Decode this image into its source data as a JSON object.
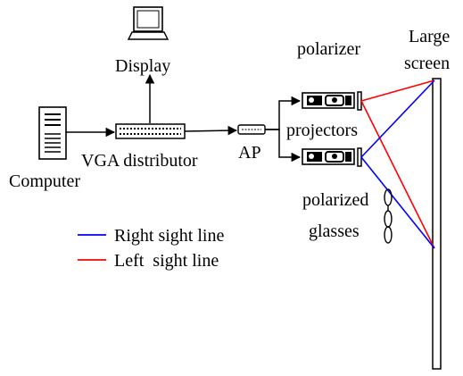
{
  "labels": {
    "display": "Display",
    "computer": "Computer",
    "vga_distributor": "VGA distributor",
    "ap": "AP",
    "polarizer": "polarizer",
    "projectors": "projectors",
    "large": "Large",
    "screen": "screen",
    "polarized": "polarized",
    "glasses": "glasses"
  },
  "legend": {
    "right_sight_line": "Right sight line",
    "left_sight_line": "Left  sight line"
  },
  "colors": {
    "right_sight_line": "#0000ff",
    "left_sight_line": "#ff0000",
    "lines": "#000000"
  },
  "icons": [
    "monitor-icon",
    "computer-tower-icon",
    "vga-distributor-icon",
    "access-point-icon",
    "projector-icon",
    "polarizer-icon",
    "polarized-glasses-icon",
    "large-screen-icon"
  ]
}
